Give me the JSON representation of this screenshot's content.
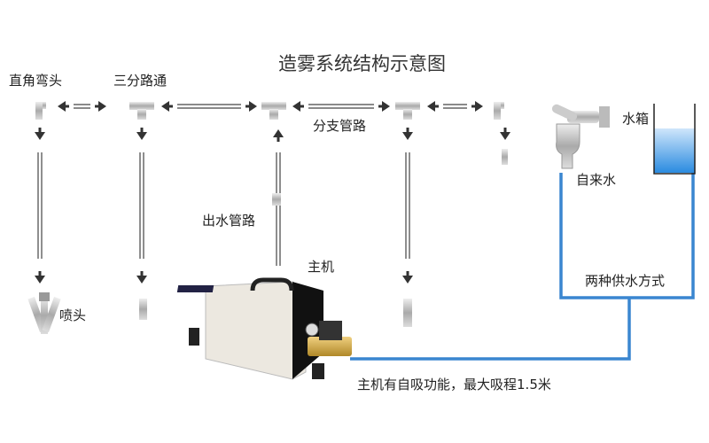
{
  "title": "造雾系统结构示意图",
  "labels": {
    "elbow": "直角弯头",
    "tee": "三分路通",
    "branch_pipe": "分支管路",
    "outlet_pipe": "出水管路",
    "main_unit": "主机",
    "nozzle": "喷头",
    "water_tank": "水箱",
    "tap_water": "自来水",
    "supply_modes": "两种供水方式",
    "self_priming": "主机有自吸功能，最大吸程1.5米"
  },
  "colors": {
    "water_line": "#3a86d0",
    "arrow": "#333333",
    "tank_water": "#2a8be0"
  }
}
